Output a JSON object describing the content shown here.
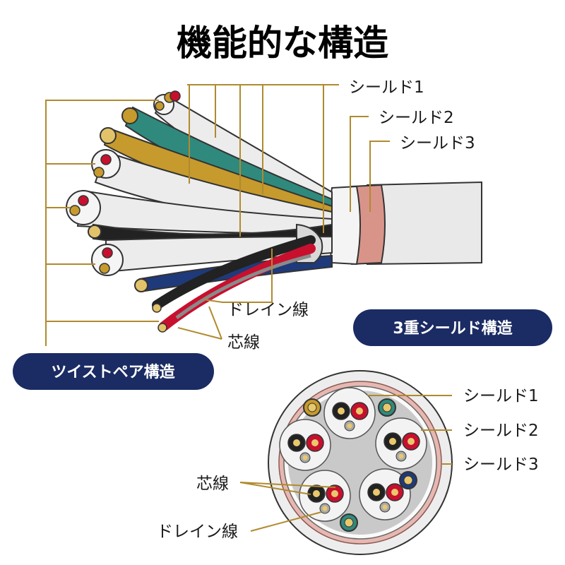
{
  "title": "機能的な構造",
  "side_view": {
    "shield1": "シールド1",
    "shield2": "シールド2",
    "shield3": "シールド3",
    "drain": "ドレイン線",
    "core": "芯線"
  },
  "badges": {
    "twisted_pair": "ツイストペア構造",
    "triple_shield": "3重シールド構造"
  },
  "cross_section": {
    "shield1": "シールド1",
    "shield2": "シールド2",
    "shield3": "シールド3",
    "core": "芯線",
    "drain": "ドレイン線"
  },
  "colors": {
    "navy": "#1b2b63",
    "gold_line": "#b08a2e",
    "copper_shield": "#d9948a",
    "teal": "#2f8a7d",
    "mustard": "#c69a2c",
    "red": "#c8102e",
    "blue": "#1f3a7a",
    "black": "#222222"
  }
}
